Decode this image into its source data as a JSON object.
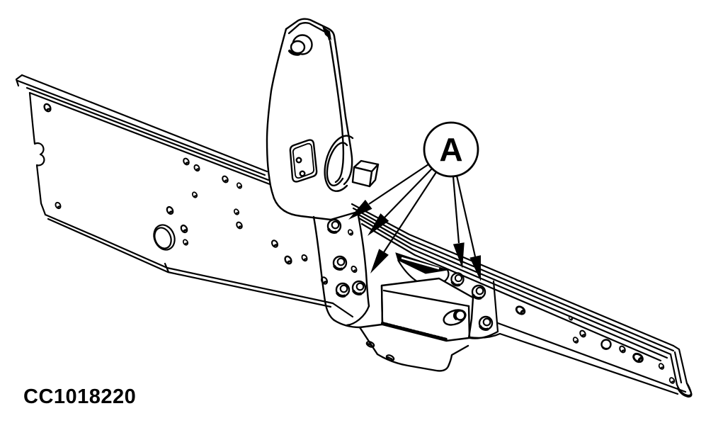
{
  "figure": {
    "caption": "CC1018220",
    "callout": {
      "label": "A",
      "pointer_count": 5
    },
    "colors": {
      "line": "#000000",
      "background": "#ffffff"
    }
  }
}
